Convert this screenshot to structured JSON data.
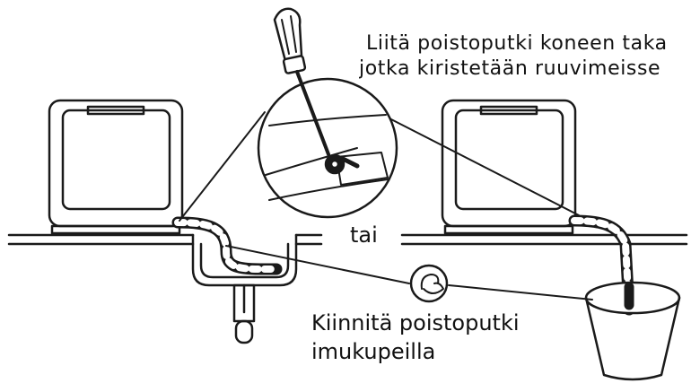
{
  "labels": {
    "connect_hose": "Liitä poistoputki koneen taka",
    "tighten_screws": "jotka kiristetään ruuvimeisse",
    "or": "tai",
    "attach_hose_line1": "Kiinnitä poistoputki",
    "attach_hose_line2": "imukupeilla"
  },
  "colors": {
    "line": "#1a1a1a",
    "fill": "#ffffff"
  },
  "icons": {
    "tool": "screwdriver-icon",
    "suction": "suction-cup-icon",
    "container": "bucket-icon"
  }
}
